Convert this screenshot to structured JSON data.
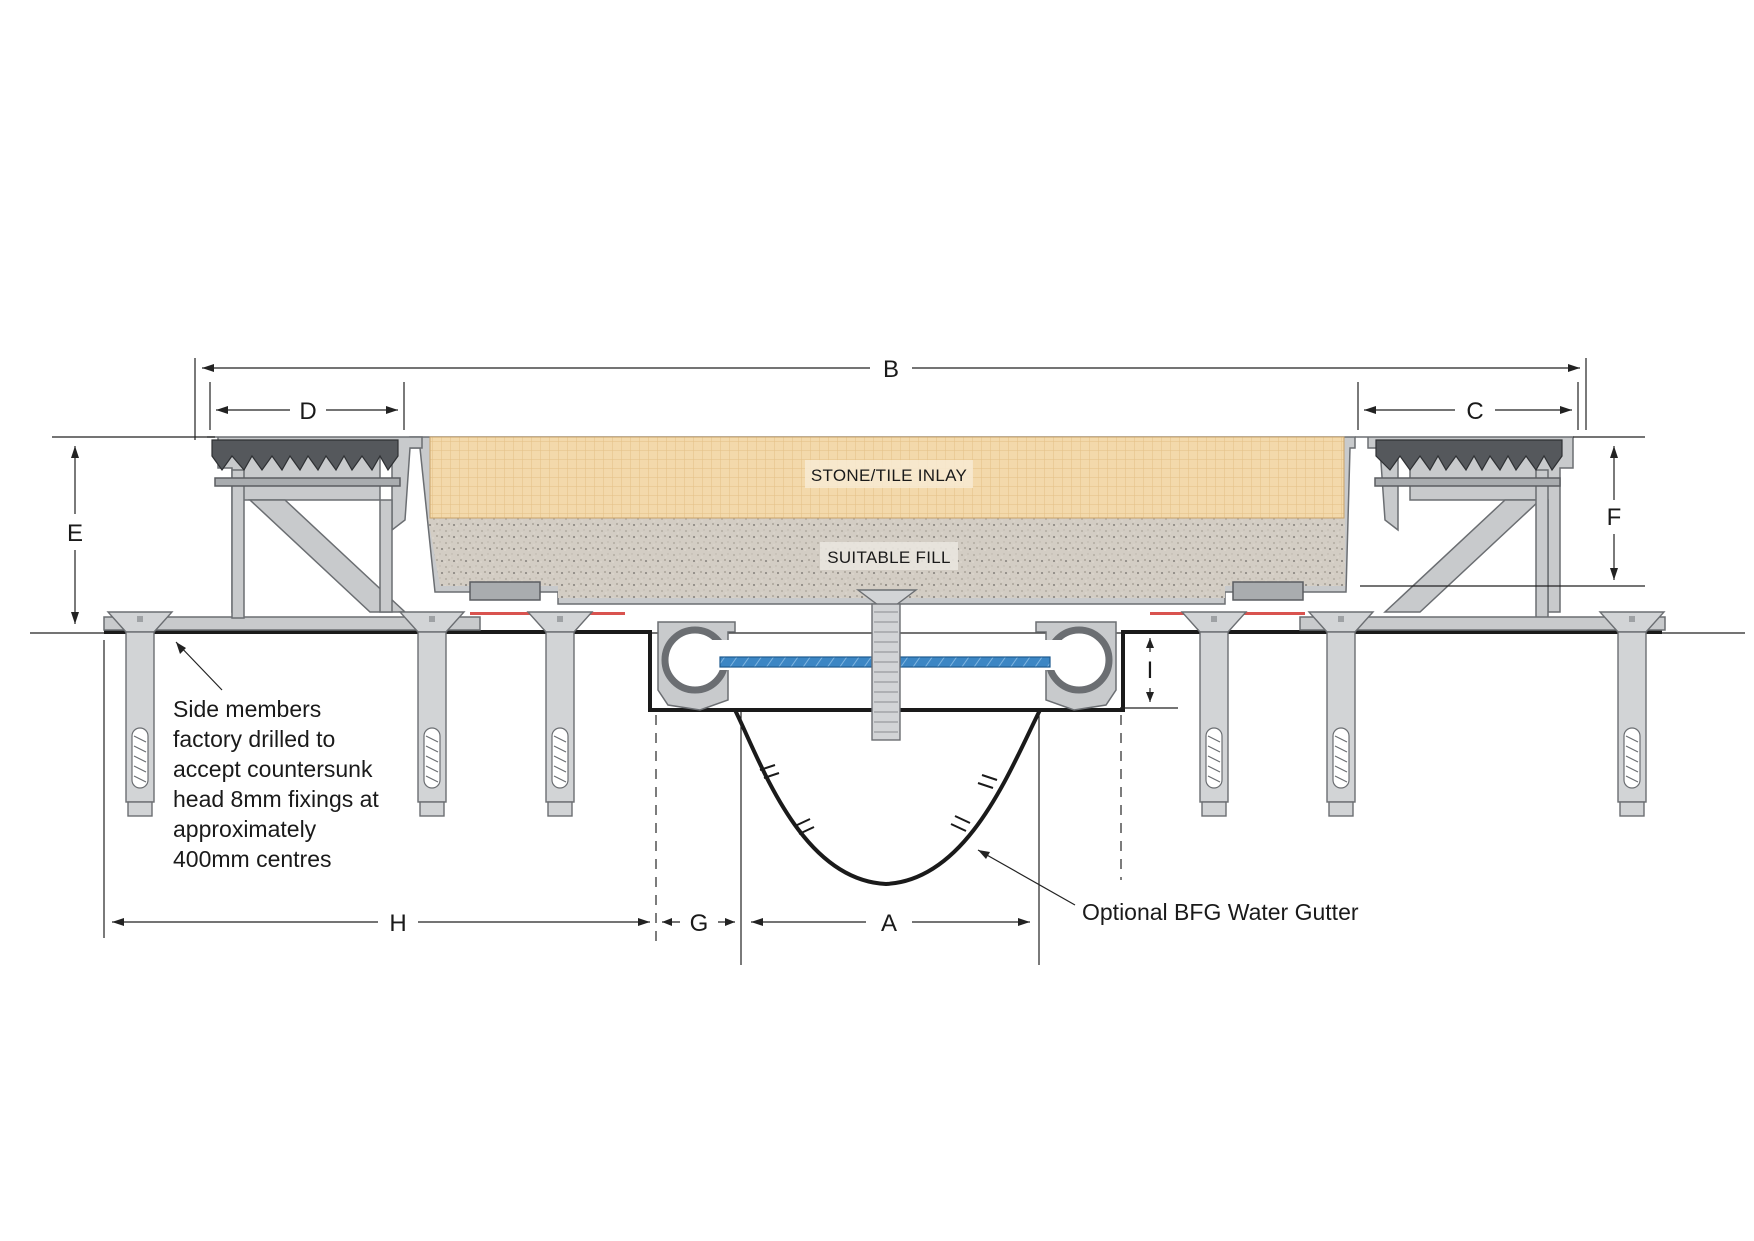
{
  "labels": {
    "dim_a": "A",
    "dim_b": "B",
    "dim_c": "C",
    "dim_d": "D",
    "dim_e": "E",
    "dim_f": "F",
    "dim_g": "G",
    "dim_h": "H",
    "dim_i": "I",
    "inlay": "STONE/TILE INLAY",
    "fill": "SUITABLE FILL",
    "gutter_note": "Optional BFG Water Gutter",
    "side_note": [
      "Side members",
      "factory drilled to",
      "accept countersunk",
      "head 8mm fixings at",
      "approximately",
      "400mm centres"
    ]
  },
  "colors": {
    "inlay": "#f2d7a8",
    "fill": "#cfc9c0",
    "aluminium": "#c8cacc",
    "rubber": "#55585c",
    "cover_plate": "#3c86c4",
    "seal_strip": "#d9534f",
    "slab": "#1a1a1a"
  }
}
